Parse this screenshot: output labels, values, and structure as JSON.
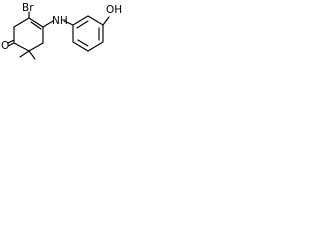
{
  "molecule": {
    "labels": {
      "oxygen_left": "O",
      "bromine": "Br",
      "amine": "NH",
      "hydroxyl": "OH"
    }
  }
}
